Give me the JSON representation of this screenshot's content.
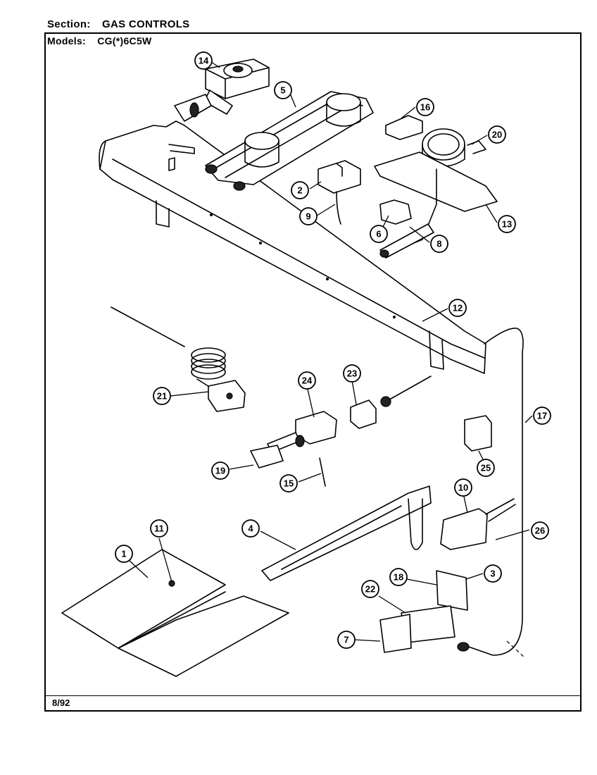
{
  "header": {
    "section_label": "Section:",
    "section_value": "GAS CONTROLS",
    "models_label": "Models:",
    "models_value": "CG(*)6C5W"
  },
  "footer": {
    "date_code": "8/92"
  },
  "callouts": [
    {
      "id": "c1",
      "label": "1"
    },
    {
      "id": "c2",
      "label": "2"
    },
    {
      "id": "c3",
      "label": "3"
    },
    {
      "id": "c4",
      "label": "4"
    },
    {
      "id": "c5",
      "label": "5"
    },
    {
      "id": "c6",
      "label": "6"
    },
    {
      "id": "c7",
      "label": "7"
    },
    {
      "id": "c8",
      "label": "8"
    },
    {
      "id": "c9",
      "label": "9"
    },
    {
      "id": "c10",
      "label": "10"
    },
    {
      "id": "c11",
      "label": "11"
    },
    {
      "id": "c12",
      "label": "12"
    },
    {
      "id": "c13",
      "label": "13"
    },
    {
      "id": "c14",
      "label": "14"
    },
    {
      "id": "c15",
      "label": "15"
    },
    {
      "id": "c16",
      "label": "16"
    },
    {
      "id": "c17",
      "label": "17"
    },
    {
      "id": "c18",
      "label": "18"
    },
    {
      "id": "c19",
      "label": "19"
    },
    {
      "id": "c20",
      "label": "20"
    },
    {
      "id": "c21",
      "label": "21"
    },
    {
      "id": "c22",
      "label": "22"
    },
    {
      "id": "c23",
      "label": "23"
    },
    {
      "id": "c24",
      "label": "24"
    },
    {
      "id": "c25",
      "label": "25"
    },
    {
      "id": "c26",
      "label": "26"
    }
  ]
}
